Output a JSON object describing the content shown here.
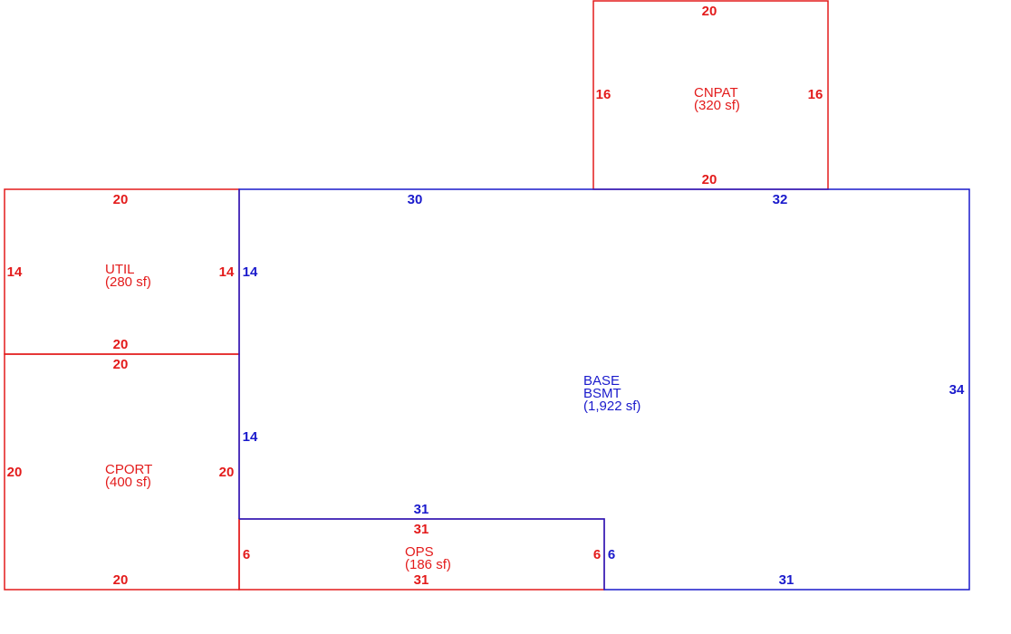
{
  "colors": {
    "red": "#e31b1b",
    "blue": "#1a1acc"
  },
  "areas": {
    "cnpat": {
      "name": "CNPAT",
      "area": "(320 sf)",
      "color": "red",
      "dims": {
        "top": "20",
        "bottom": "20",
        "left": "16",
        "right": "16"
      }
    },
    "util": {
      "name": "UTIL",
      "area": "(280 sf)",
      "color": "red",
      "dims": {
        "top": "20",
        "bottom": "20",
        "left": "14",
        "right": "14"
      }
    },
    "cport": {
      "name": "CPORT",
      "area": "(400 sf)",
      "color": "red",
      "dims": {
        "top": "20",
        "bottom": "20",
        "left": "20",
        "right": "20"
      }
    },
    "ops": {
      "name": "OPS",
      "area": "(186 sf)",
      "color": "red",
      "dims": {
        "top": "31",
        "bottom": "31",
        "left": "6",
        "right": "6"
      }
    },
    "base": {
      "name_line1": "BASE",
      "name_line2": "BSMT",
      "area": "(1,922 sf)",
      "color": "blue",
      "dims": {
        "top_left": "30",
        "top_right": "32",
        "left_upper": "14",
        "left_lower": "14",
        "right": "34",
        "inner_top": "31",
        "inner_right": "6",
        "bottom": "31"
      }
    }
  }
}
